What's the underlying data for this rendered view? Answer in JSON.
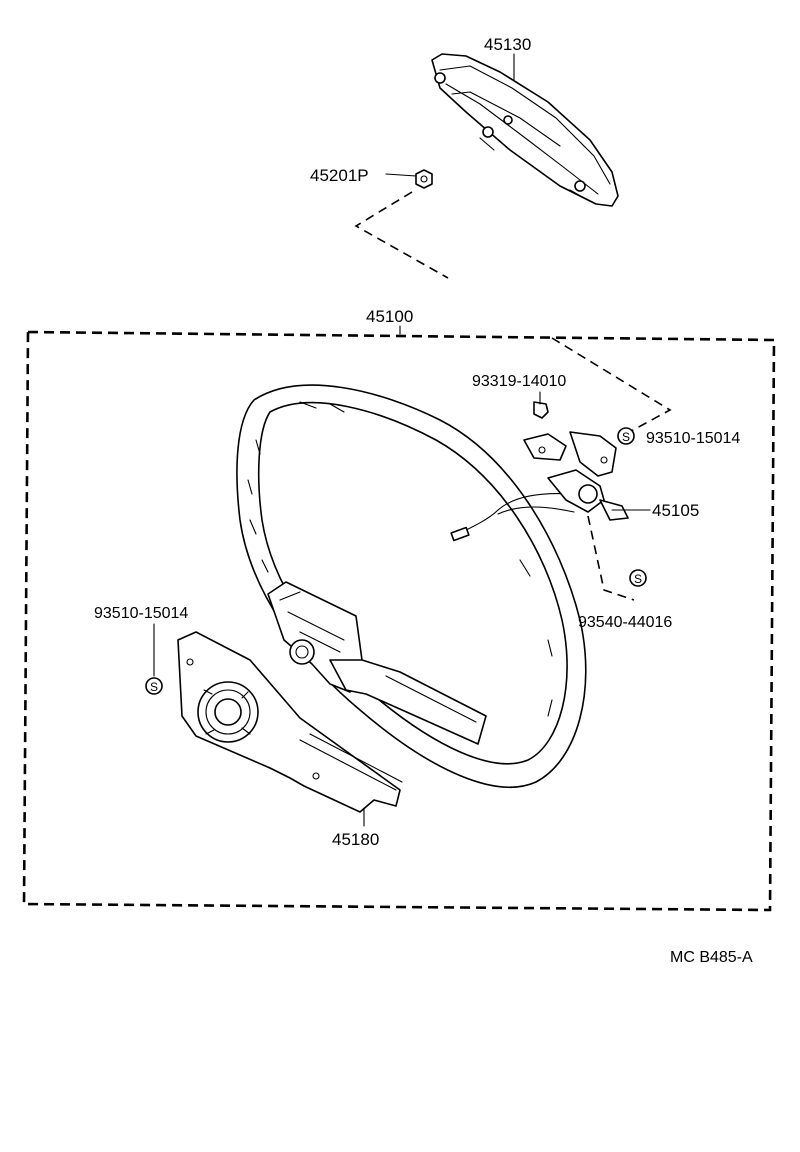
{
  "parts": {
    "horn_pad": "45130",
    "nut": "45201P",
    "wheel_assembly": "45100",
    "screw_top": "93319-14010",
    "screw_s_right": "93510-15014",
    "horn_contact": "45105",
    "screw_s_lower": "93540-44016",
    "screw_s_left": "93510-15014",
    "cover": "45180"
  },
  "s_mark_symbol": "S",
  "drawing_code": "MC B485-A"
}
